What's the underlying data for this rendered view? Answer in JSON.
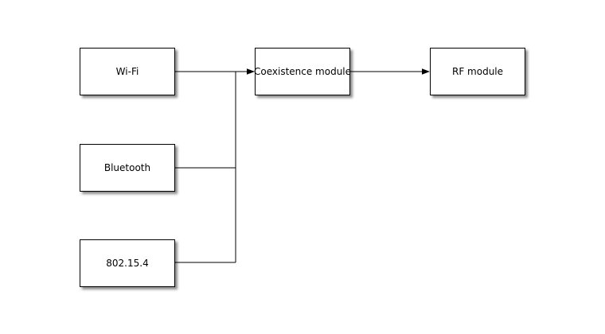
{
  "diagram": {
    "nodes": [
      {
        "id": "wifi",
        "label": "Wi-Fi"
      },
      {
        "id": "bluetooth",
        "label": "Bluetooth"
      },
      {
        "id": "ieee-802-15-4",
        "label": "802.15.4"
      },
      {
        "id": "coexistence-module",
        "label": "Coexistence module"
      },
      {
        "id": "rf-module",
        "label": "RF module"
      }
    ],
    "edges": [
      {
        "from": "wifi",
        "to": "coexistence-module",
        "arrowhead": true
      },
      {
        "from": "bluetooth",
        "to": "coexistence-module",
        "arrowhead": true
      },
      {
        "from": "ieee-802-15-4",
        "to": "coexistence-module",
        "arrowhead": true
      },
      {
        "from": "coexistence-module",
        "to": "rf-module",
        "arrowhead": true
      }
    ],
    "colors": {
      "background": "#ffffff",
      "node_fill": "#ffffff",
      "stroke": "#000000",
      "text": "#000000",
      "shadow": "#999999"
    }
  }
}
